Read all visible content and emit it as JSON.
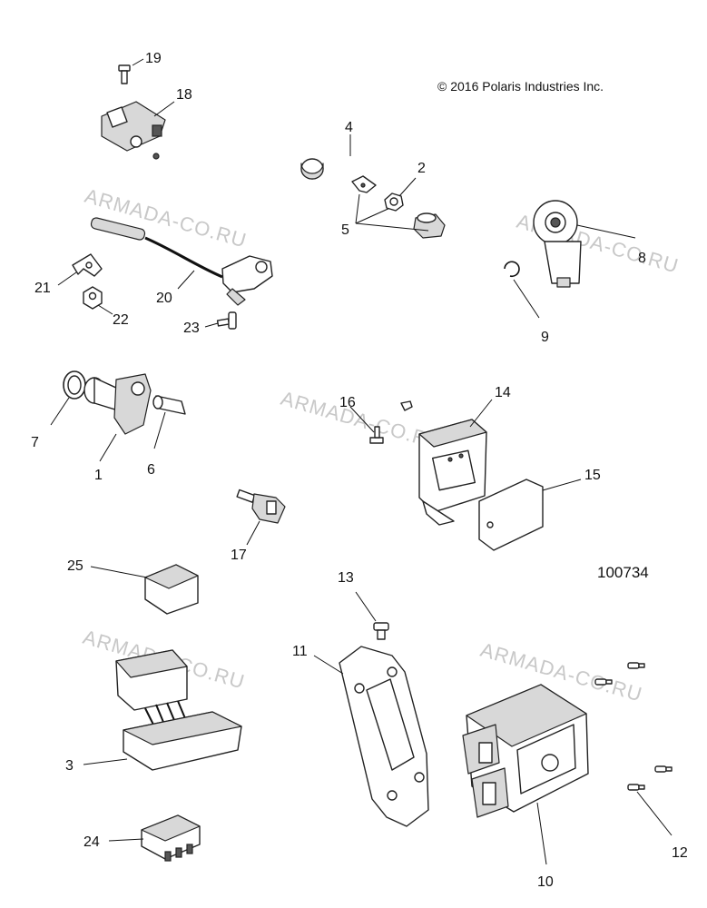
{
  "copyright": "© 2016 Polaris Industries Inc.",
  "figure_number": "100734",
  "watermark": "ARMADA-CO.RU",
  "callouts": {
    "c1": "1",
    "c2": "2",
    "c3": "3",
    "c4": "4",
    "c5": "5",
    "c6": "6",
    "c7": "7",
    "c8": "8",
    "c9": "9",
    "c10": "10",
    "c11": "11",
    "c12": "12",
    "c13": "13",
    "c14": "14",
    "c15": "15",
    "c16": "16",
    "c17": "17",
    "c18": "18",
    "c19": "19",
    "c20": "20",
    "c21": "21",
    "c22": "22",
    "c23": "23",
    "c24": "24",
    "c25": "25"
  }
}
